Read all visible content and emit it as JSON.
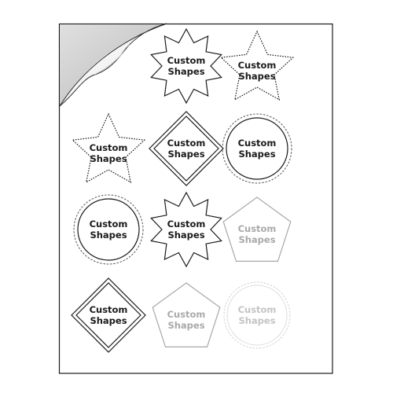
{
  "sheet": {
    "label_line_1": "Custom",
    "label_line_2": "Shapes",
    "colors": {
      "paper": "#ffffff",
      "sheet_border": "#1a1a1a",
      "backing": "#cfcfcf",
      "dark_text": "#1b1b1b",
      "faded_text": "#a9a9a9",
      "faint_text": "#c4c4c4"
    },
    "labels": [
      {
        "shape": "starburst-icon",
        "style": "dark"
      },
      {
        "shape": "star-icon",
        "style": "dark"
      },
      {
        "shape": "star-icon",
        "style": "dark"
      },
      {
        "shape": "diamond-icon",
        "style": "dark"
      },
      {
        "shape": "circle-icon",
        "style": "dark"
      },
      {
        "shape": "circle-icon",
        "style": "dark"
      },
      {
        "shape": "starburst-icon",
        "style": "dark"
      },
      {
        "shape": "pentagon-icon",
        "style": "faded"
      },
      {
        "shape": "diamond-icon",
        "style": "dark"
      },
      {
        "shape": "pentagon-icon",
        "style": "faded"
      },
      {
        "shape": "circle-icon",
        "style": "faint"
      }
    ]
  }
}
